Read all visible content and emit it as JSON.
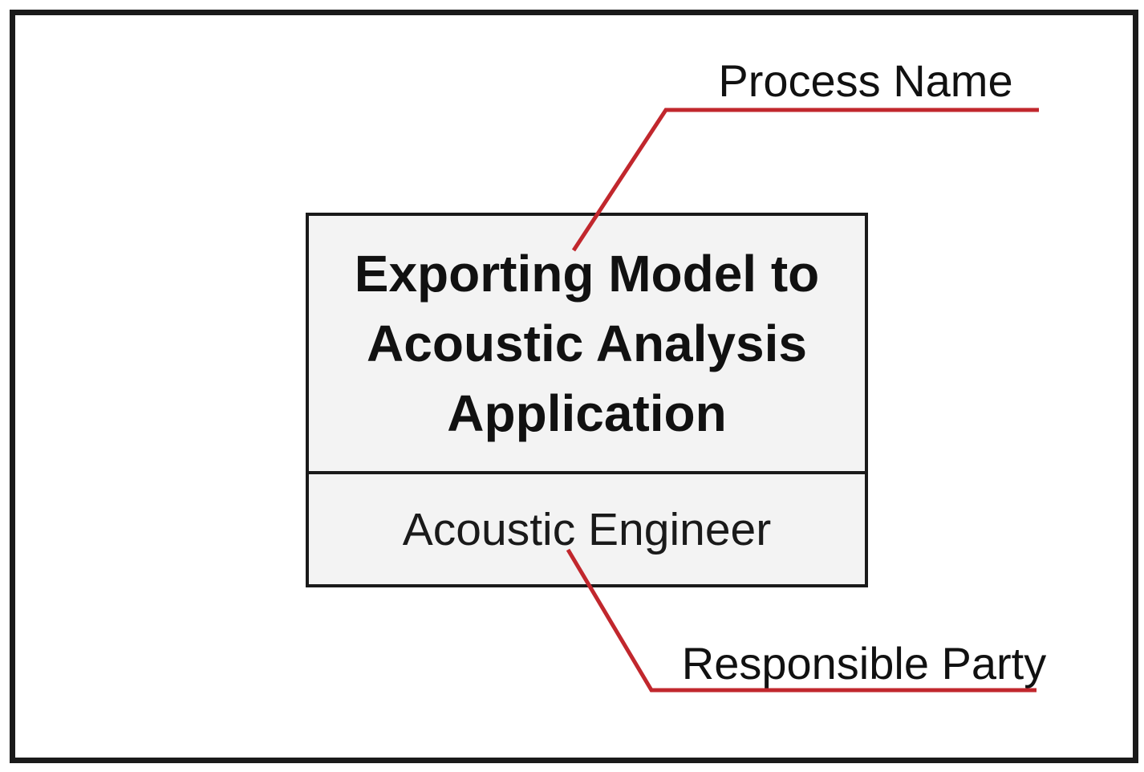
{
  "diagram": {
    "process_box": {
      "process_name": "Exporting Model to Acoustic Analysis Application",
      "responsible_party": "Acoustic Engineer"
    },
    "callouts": {
      "process_name_label": "Process Name",
      "responsible_party_label": "Responsible Party"
    },
    "colors": {
      "callout_red": "#c1272d",
      "box_fill": "#f3f3f3",
      "line_black": "#1a1a1a"
    }
  }
}
